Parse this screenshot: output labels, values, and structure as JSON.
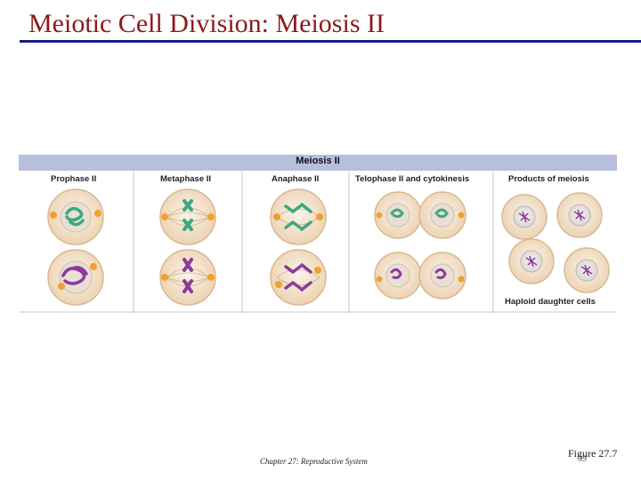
{
  "slide": {
    "title": "Meiotic Cell Division: Meiosis II",
    "footer": "Chapter 27: Reproductive System",
    "figure_ref": "Figure 27.7",
    "page_number": "39"
  },
  "figure": {
    "band_title": "Meiosis II",
    "columns": [
      "Prophase II",
      "Metaphase II",
      "Anaphase II",
      "Telophase II and cytokinesis",
      "Products of meiosis"
    ],
    "caption": "Haploid daughter cells",
    "colors": {
      "band": "#b7bfdc",
      "cell_fill": "#f4e6d2",
      "cell_edge": "#d9b98f",
      "centrosome": "#f0a030",
      "chromosome_green": "#3aa882",
      "chromosome_purple": "#8a3a9e",
      "title_red": "#8b1a1a",
      "rule_blue": "#1a1a8c"
    }
  }
}
